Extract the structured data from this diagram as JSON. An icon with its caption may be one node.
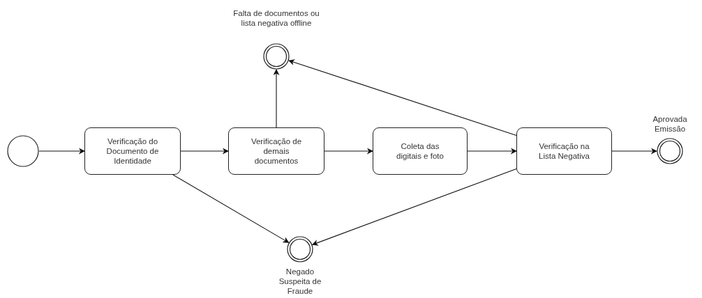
{
  "diagram": {
    "nodes": [
      {
        "text": [],
        "shape": "circle"
      },
      {
        "text": [
          "Verificação do Documento de Identidade"
        ]
      },
      {
        "text": [
          "Verificação de demais documentos"
        ]
      },
      {
        "text": [
          "Coleta das digitais e foto"
        ]
      },
      {
        "text": [
          "Verificação na Lista Negativa"
        ]
      },
      {
        "text": [
          "Falta de documentos ou lista negativa offline"
        ]
      },
      {
        "text": [
          "Aprovada Emissão"
        ]
      },
      {
        "text": [
          "Negado Suspeita de Fraude"
        ]
      }
    ],
    "edges": [
      {
        "from": 0,
        "to": 1,
        "arrow": "to"
      },
      {
        "from": 1,
        "to": 2,
        "arrow": "to"
      },
      {
        "from": 2,
        "to": 3,
        "arrow": "to"
      },
      {
        "from": 3,
        "to": 4,
        "arrow": "to"
      },
      {
        "from": 4,
        "to": 6,
        "arrow": "to"
      },
      {
        "from": 2,
        "to": 5,
        "arrow": "to"
      },
      {
        "from": 4,
        "to": 5,
        "arrow": "to"
      },
      {
        "from": 1,
        "to": 7,
        "arrow": "to"
      },
      {
        "from": 4,
        "to": 7,
        "arrow": "to"
      }
    ]
  }
}
